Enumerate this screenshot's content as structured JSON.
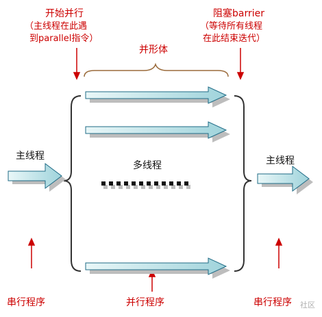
{
  "labels": {
    "start_parallel_title": "开始并行",
    "start_parallel_line1": "（主线程在此遇",
    "start_parallel_line2": "到parallel指令）",
    "barrier_title": "阻塞barrier",
    "barrier_line1": "（等待所有线程",
    "barrier_line2": "在此结束迭代）",
    "parallel_body": "并形体",
    "multi_threads": "多线程",
    "main_thread_in": "主线程",
    "main_thread_out": "主线程",
    "serial_left": "串行程序",
    "parallel_program": "并行程序",
    "serial_right": "串行程序"
  },
  "watermark": "社区",
  "colors": {
    "annotation": "#cc0000",
    "arrow_fill": "#bfe6ea",
    "arrow_outline": "#1f6b86",
    "brace": "#333333",
    "body_brace": "#9a6a3a",
    "shadow": "#bdbdbd",
    "dots": "#111111"
  }
}
